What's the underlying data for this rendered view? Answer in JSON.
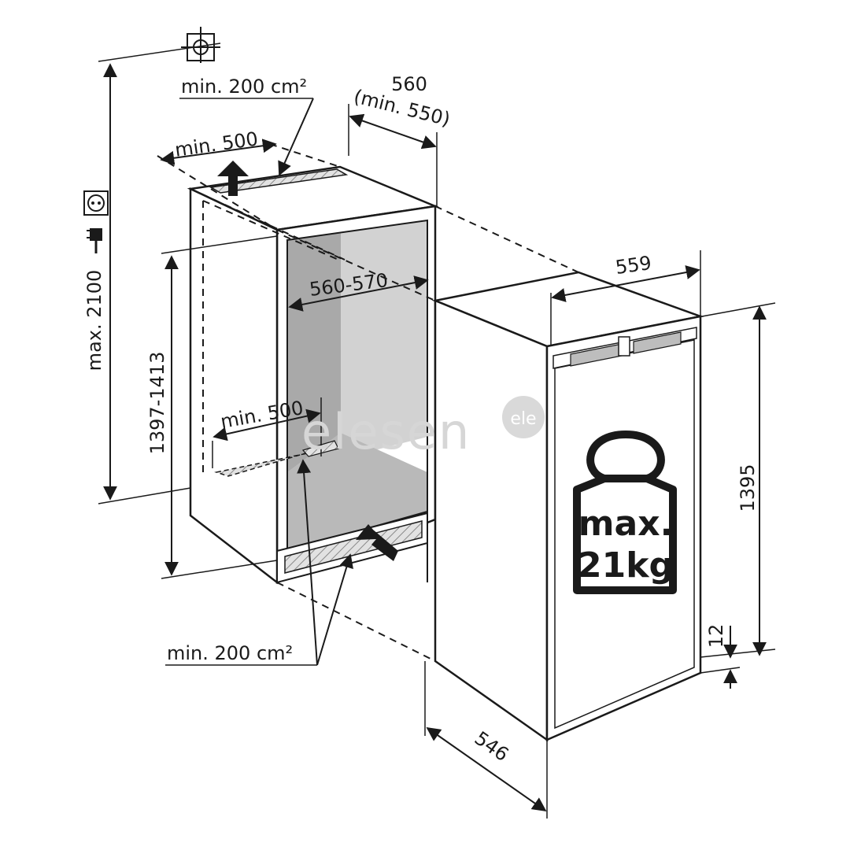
{
  "labels": {
    "vent_top_area": "min. 200 cm²",
    "top_depth": "min. 500",
    "niche_depth": "560",
    "niche_depth_min": "(min. 550)",
    "niche_width": "560-570",
    "max_height": "max. 2100",
    "niche_height": "1397-1413",
    "bottom_depth": "min. 500",
    "vent_bottom_area": "min. 200 cm²",
    "appliance_width": "559",
    "appliance_height": "1395",
    "gap": "12",
    "appliance_depth": "546",
    "door_load_line1": "max.",
    "door_load_line2": "21kg"
  },
  "watermark": {
    "text": "elesen",
    "badge": "ele"
  },
  "icons": {
    "top": "crosshair-symbol-icon",
    "outlet": "power-socket-icon",
    "plug": "power-plug-icon",
    "weight": "weight-icon"
  },
  "colors": {
    "line": "#1a1a1a",
    "niche_fill": "#bfbfbf",
    "vent_fill": "#d8d8d8",
    "watermark": "#d6d6d6"
  }
}
